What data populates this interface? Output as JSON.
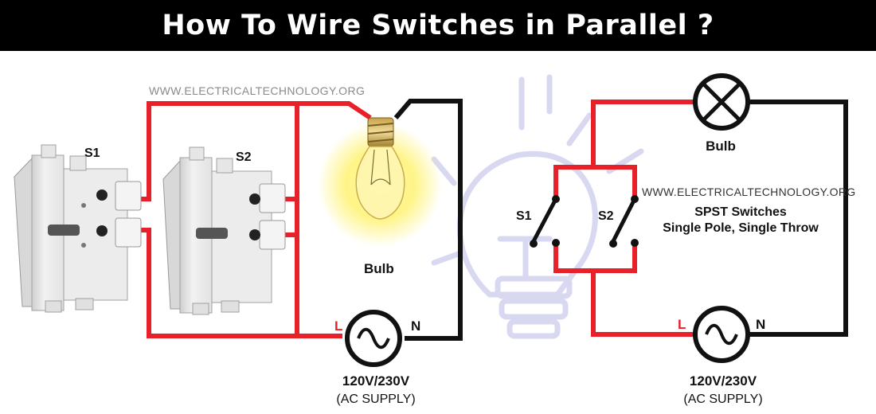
{
  "title": "How To Wire Switches in Parallel ?",
  "colors": {
    "live": "#e8202a",
    "neutral": "#111111",
    "watermark_bulb": "#cfcfee",
    "glow": "#fff37a"
  },
  "left": {
    "watermark": "WWW.ELECTRICALTECHNOLOGY.ORG",
    "s1_label": "S1",
    "s2_label": "S2",
    "bulb_label": "Bulb",
    "live_label": "L",
    "neutral_label": "N",
    "supply_voltage": "120V/230V",
    "supply_type": "(AC SUPPLY)"
  },
  "right": {
    "watermark": "WWW.ELECTRICALTECHNOLOGY.ORG",
    "bulb_label": "Bulb",
    "s1_label": "S1",
    "s2_label": "S2",
    "switch_type": "SPST Switches",
    "switch_desc": "Single Pole, Single Throw",
    "live_label": "L",
    "neutral_label": "N",
    "supply_voltage": "120V/230V",
    "supply_type": "(AC SUPPLY)"
  }
}
